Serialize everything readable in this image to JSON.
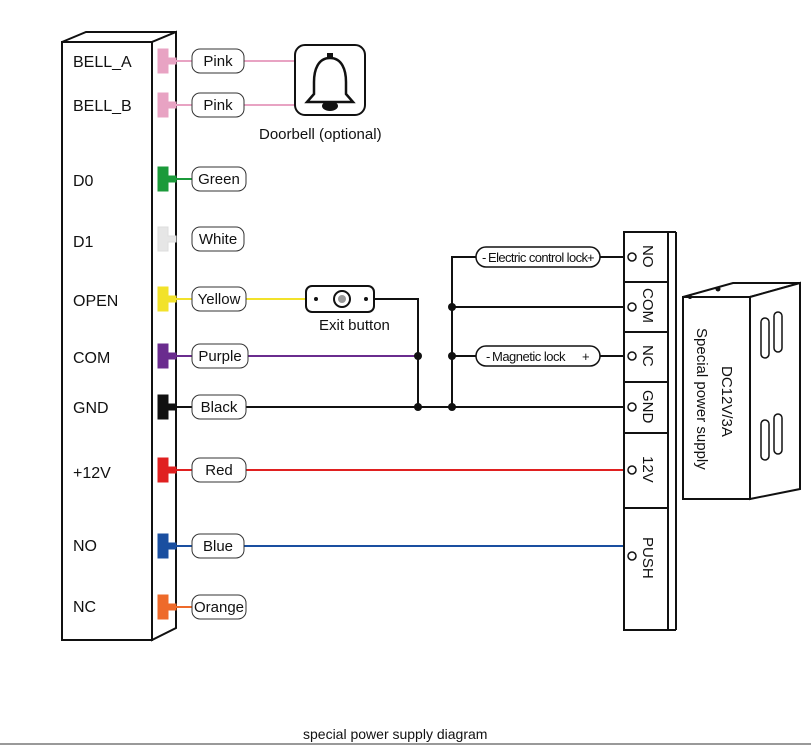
{
  "controller": {
    "terminals": [
      {
        "label": "BELL_A",
        "wire": "Pink",
        "color": "#e8a3c3"
      },
      {
        "label": "BELL_B",
        "wire": "Pink",
        "color": "#e8a3c3"
      },
      {
        "label": "D0",
        "wire": "Green",
        "color": "#1b9a3a"
      },
      {
        "label": "D1",
        "wire": "White",
        "color": "#e6e6e6"
      },
      {
        "label": "OPEN",
        "wire": "Yellow",
        "color": "#f2e22a"
      },
      {
        "label": "COM",
        "wire": "Purple",
        "color": "#6a2c8e"
      },
      {
        "label": "GND",
        "wire": "Black",
        "color": "#111111"
      },
      {
        "label": "+12V",
        "wire": "Red",
        "color": "#e02020"
      },
      {
        "label": "NO",
        "wire": "Blue",
        "color": "#1a4fa0"
      },
      {
        "label": "NC",
        "wire": "Orange",
        "color": "#ee6a2a"
      }
    ]
  },
  "doorbell": {
    "label": "Doorbell (optional)",
    "icon": "bell-icon"
  },
  "exit_button": {
    "label": "Exit button",
    "icon": "push-button-icon"
  },
  "locks": {
    "electric": "Electric control lock",
    "magnetic": "Magnetic lock"
  },
  "power_supply": {
    "terminals": [
      "NO",
      "COM",
      "NC",
      "GND",
      "12V",
      "PUSH"
    ],
    "title": "DC12V/3A",
    "subtitle": "Special power supply"
  },
  "caption": "special power supply diagram"
}
